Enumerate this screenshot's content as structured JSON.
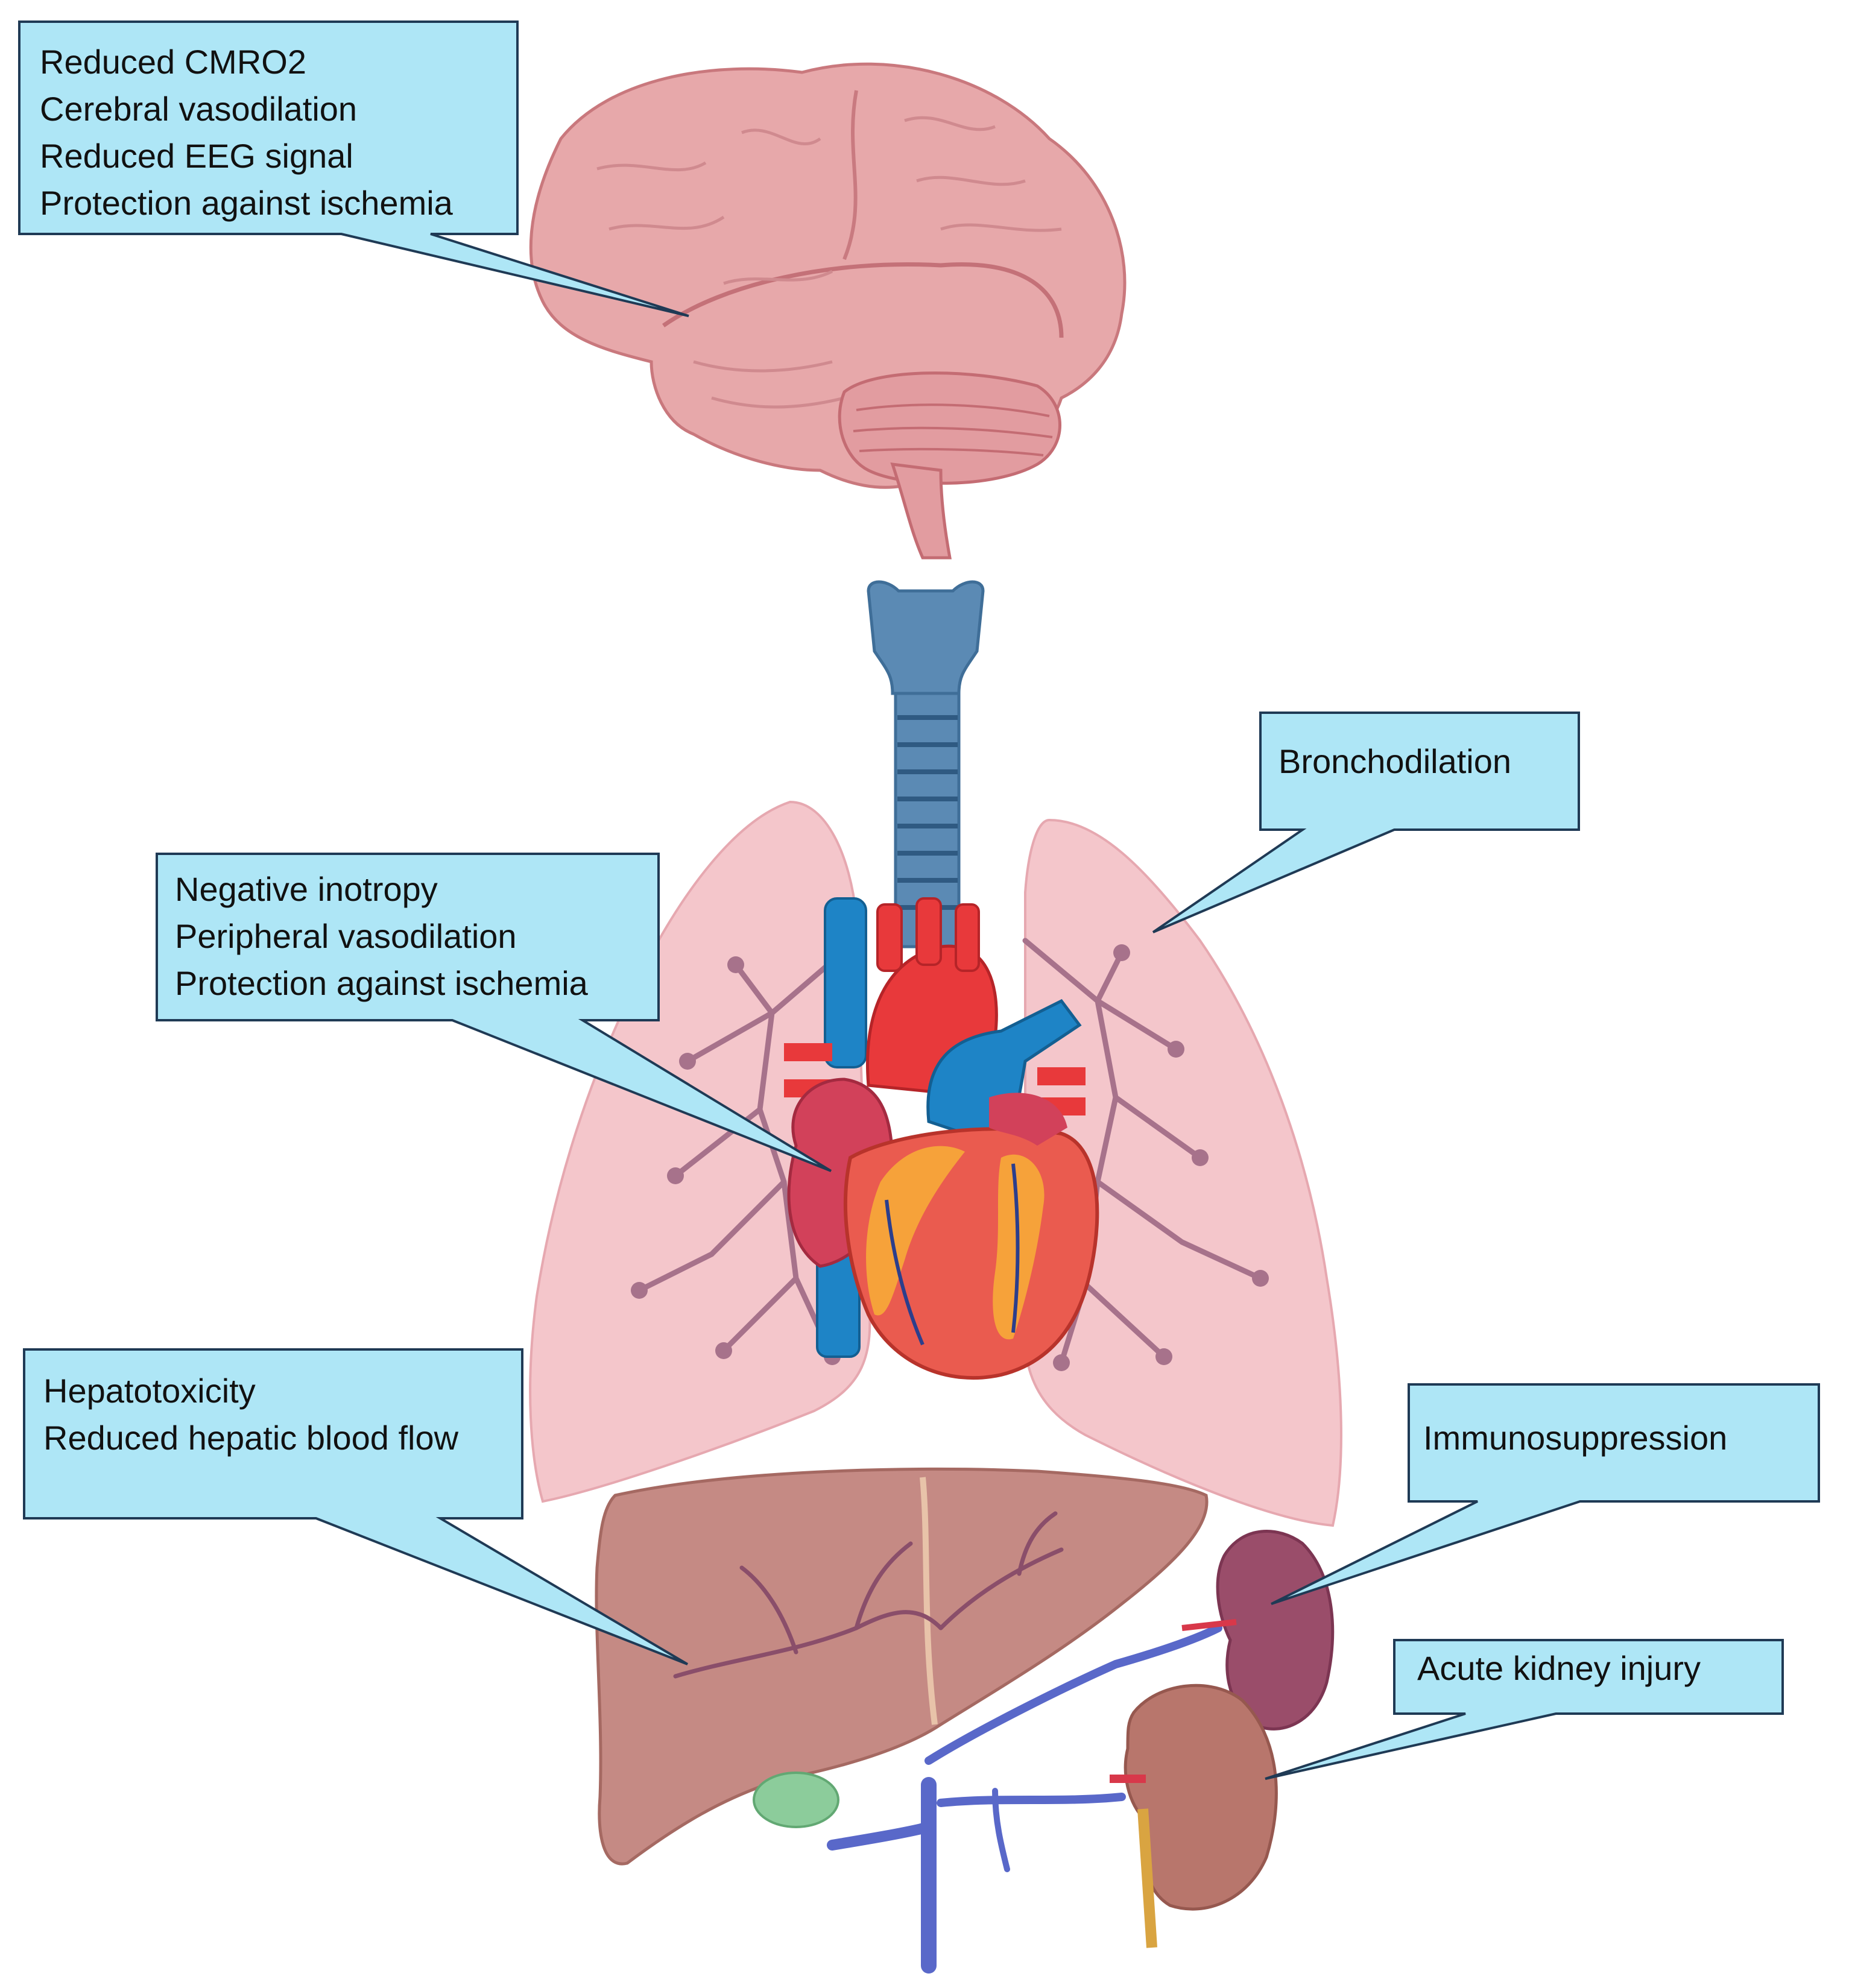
{
  "colors": {
    "callout_fill": "#aee6f6",
    "callout_border": "#1f3a55",
    "brain": "#e7a8aa",
    "lungs": "#f4c6cb",
    "trachea": "#5b8ab4",
    "heart_red": "#e8393b",
    "vein_blue": "#1e84c6",
    "liver": "#c58a84",
    "adrenal": "#9a4d6a",
    "kidney": "#b8766c",
    "vessels": "#5968c9"
  },
  "organs": {
    "brain": "brain-icon",
    "trachea": "trachea-icon",
    "lungs": "lungs-icon",
    "heart": "heart-icon",
    "liver": "liver-icon",
    "adrenal": "adrenal-gland-icon",
    "kidney": "kidney-icon"
  },
  "callouts": {
    "brain": {
      "lines": [
        "Reduced CMRO2",
        "Cerebral vasodilation",
        "Reduced EEG signal",
        "Protection against ischemia"
      ]
    },
    "heart": {
      "lines": [
        "Negative inotropy",
        "Peripheral vasodilation",
        "Protection against ischemia"
      ]
    },
    "lungs": {
      "lines": [
        "Bronchodilation"
      ]
    },
    "liver": {
      "lines": [
        "Hepatotoxicity",
        "Reduced hepatic blood flow"
      ]
    },
    "adrenal": {
      "lines": [
        "Immunosuppression"
      ]
    },
    "kidney": {
      "lines": [
        "Acute kidney injury"
      ]
    }
  }
}
